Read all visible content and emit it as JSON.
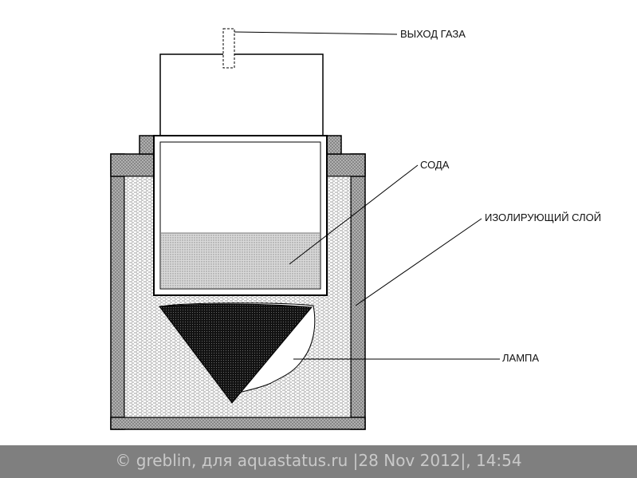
{
  "labels": {
    "gas_outlet": "ВЫХОД ГАЗА",
    "soda": "СОДА",
    "insulating_layer": "ИЗОЛИРУЮЩИЙ СЛОЙ",
    "lamp": "ЛАМПА"
  },
  "watermark": "© greblin, для aquastatus.ru |28 Nov 2012|, 14:54",
  "colors": {
    "outline": "#000000",
    "wall_fill": "#9a9a9a",
    "insulation_fill": "#d6d6d6",
    "soda_fill": "#bdbdbd",
    "lamp_fill": "#1a1a1a",
    "footer_bg": "#7f7f7f",
    "footer_text": "#c9c9c9"
  }
}
